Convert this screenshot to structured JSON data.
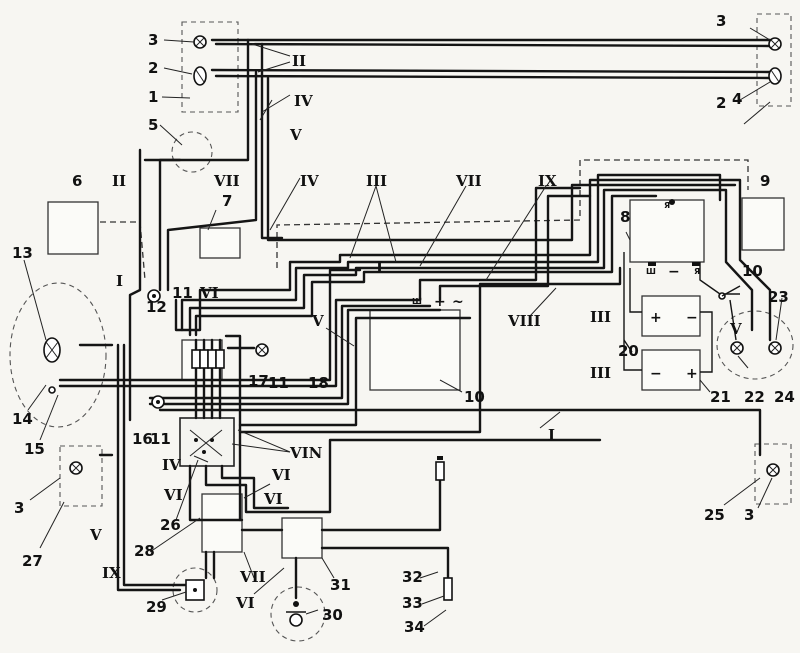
{
  "numbers": {
    "n1": "1",
    "n2": "2",
    "n3": "3",
    "n4": "4",
    "n5": "5",
    "n6": "6",
    "n7": "7",
    "n8": "8",
    "n9": "9",
    "n10": "10",
    "n11": "11",
    "n12": "12",
    "n13": "13",
    "n14": "14",
    "n15": "15",
    "n16": "16",
    "n17": "17",
    "n18": "18",
    "n19": "10",
    "n20": "20",
    "n21": "21",
    "n22": "22",
    "n23": "23",
    "n24": "24",
    "n25": "25",
    "n26": "26",
    "n27": "27",
    "n28": "28",
    "n29": "29",
    "n30": "30",
    "n31": "31",
    "n32": "32",
    "n33": "33",
    "n34": "34"
  },
  "wires": {
    "I": "I",
    "II": "II",
    "III": "III",
    "IV": "IV",
    "V": "V",
    "VI": "VI",
    "VII": "VII",
    "VIII": "VIII",
    "IX": "IX",
    "VIN": "VIN"
  },
  "polarity": {
    "plus": "+",
    "minus": "−",
    "ac": "~"
  }
}
